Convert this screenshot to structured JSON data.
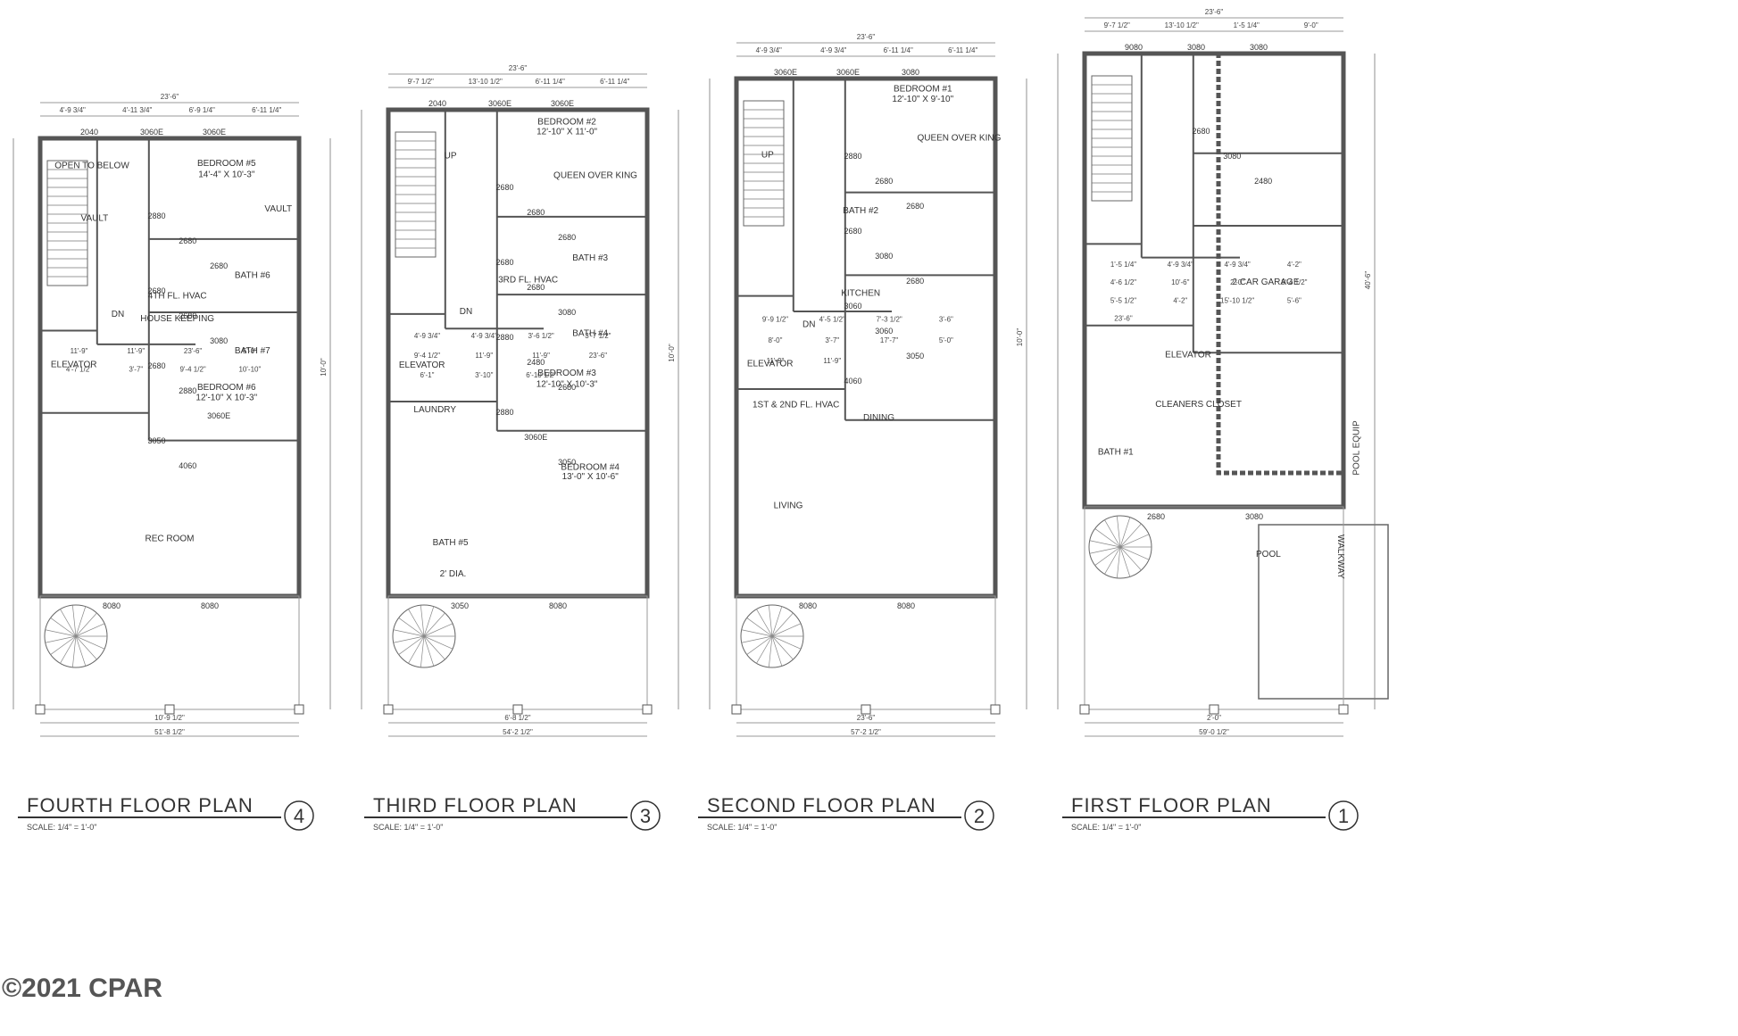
{
  "copyright": "©2021 CPAR",
  "scale_text": "SCALE:  1/4\" = 1'-0\"",
  "plans": [
    {
      "title": "FOURTH FLOOR PLAN",
      "number": "4",
      "rooms": [
        "OPEN TO BELOW",
        "BEDROOM #5",
        "14'-4\" X 10'-3\"",
        "VAULT",
        "VAULT",
        "BATH #6",
        "4TH FL. HVAC",
        "HOUSE KEEPING",
        "DN",
        "ELEVATOR",
        "BATH #7",
        "BEDROOM #6",
        "12'-10\" X 10'-3\"",
        "REC ROOM"
      ],
      "tags": [
        "2040",
        "3060E",
        "3060E",
        "2880",
        "2680",
        "2680",
        "2680",
        "2680",
        "3080",
        "2680",
        "2880",
        "3060E",
        "3050",
        "4060",
        "8080",
        "8080"
      ],
      "dims": [
        "23'-6\"",
        "4'-9 3/4\"",
        "4'-11 3/4\"",
        "6'-9 1/4\"",
        "6'-11 1/4\"",
        "11'-9\"",
        "11'-9\"",
        "23'-6\"",
        "5'-0\"",
        "4'-7 1/2\"",
        "3'-7\"",
        "9'-4 1/2\"",
        "10'-10\"",
        "10'-9 1/2\"",
        "51'-8 1/2\"",
        "10'-0\""
      ]
    },
    {
      "title": "THIRD FLOOR PLAN",
      "number": "3",
      "rooms": [
        "BEDROOM #2",
        "12'-10\" X 11'-0\"",
        "QUEEN OVER KING",
        "UP",
        "BATH #3",
        "3RD FL. HVAC",
        "DN",
        "BATH #4",
        "ELEVATOR",
        "BEDROOM #3",
        "12'-10\" X 10'-3\"",
        "LAUNDRY",
        "BEDROOM #4",
        "13'-0\" X 10'-6\"",
        "BATH #5",
        "2' DIA."
      ],
      "tags": [
        "2040",
        "3060E",
        "3060E",
        "2680",
        "2680",
        "2680",
        "2680",
        "2680",
        "3080",
        "2880",
        "2480",
        "2680",
        "2880",
        "3060E",
        "3050",
        "3050",
        "8080"
      ],
      "dims": [
        "23'-6\"",
        "9'-7 1/2\"",
        "13'-10 1/2\"",
        "6'-11 1/4\"",
        "6'-11 1/4\"",
        "4'-9 3/4\"",
        "4'-9 3/4\"",
        "3'-6 1/2\"",
        "3'-7 1/2\"",
        "9'-4 1/2\"",
        "11'-9\"",
        "11'-9\"",
        "23'-6\"",
        "6'-1\"",
        "3'-10\"",
        "6'-10 1/2\"",
        "6'-8 1/2\"",
        "54'-2 1/2\"",
        "10'-0\""
      ]
    },
    {
      "title": "SECOND FLOOR PLAN",
      "number": "2",
      "rooms": [
        "BEDROOM #1",
        "12'-10\" X 9'-10\"",
        "QUEEN OVER KING",
        "UP",
        "BATH #2",
        "KITCHEN",
        "DN",
        "ELEVATOR",
        "1ST & 2ND FL. HVAC",
        "DINING",
        "LIVING"
      ],
      "tags": [
        "3060E",
        "3060E",
        "3080",
        "2880",
        "2680",
        "2680",
        "2680",
        "3080",
        "2680",
        "3060",
        "3060",
        "3050",
        "4060",
        "8080",
        "8080"
      ],
      "dims": [
        "23'-6\"",
        "4'-9 3/4\"",
        "4'-9 3/4\"",
        "6'-11 1/4\"",
        "6'-11 1/4\"",
        "9'-9 1/2\"",
        "4'-5 1/2\"",
        "7'-3 1/2\"",
        "3'-6\"",
        "8'-0\"",
        "3'-7\"",
        "17'-7\"",
        "5'-0\"",
        "11'-9\"",
        "11'-9\"",
        "23'-6\"",
        "57'-2 1/2\"",
        "10'-0\""
      ]
    },
    {
      "title": "FIRST FLOOR PLAN",
      "number": "1",
      "rooms": [
        "2 CAR GARAGE",
        "ELEVATOR",
        "CLEANERS CLOSET",
        "BATH #1",
        "POOL",
        "POOL EQUIP",
        "WALKWAY"
      ],
      "tags": [
        "9080",
        "3080",
        "3080",
        "2680",
        "3080",
        "2480",
        "2680",
        "3080"
      ],
      "dims": [
        "23'-6\"",
        "9'-7 1/2\"",
        "13'-10 1/2\"",
        "1'-5 1/4\"",
        "9'-0\"",
        "1'-5 1/4\"",
        "4'-9 3/4\"",
        "4'-9 3/4\"",
        "4'-2\"",
        "4'-6 1/2\"",
        "10'-6\"",
        "2'-0\"",
        "3'-4 1/2\"",
        "5'-5 1/2\"",
        "4'-2\"",
        "15'-10 1/2\"",
        "5'-6\"",
        "23'-6\"",
        "2'-0\"",
        "59'-0 1/2\"",
        "40'-6\""
      ]
    }
  ]
}
